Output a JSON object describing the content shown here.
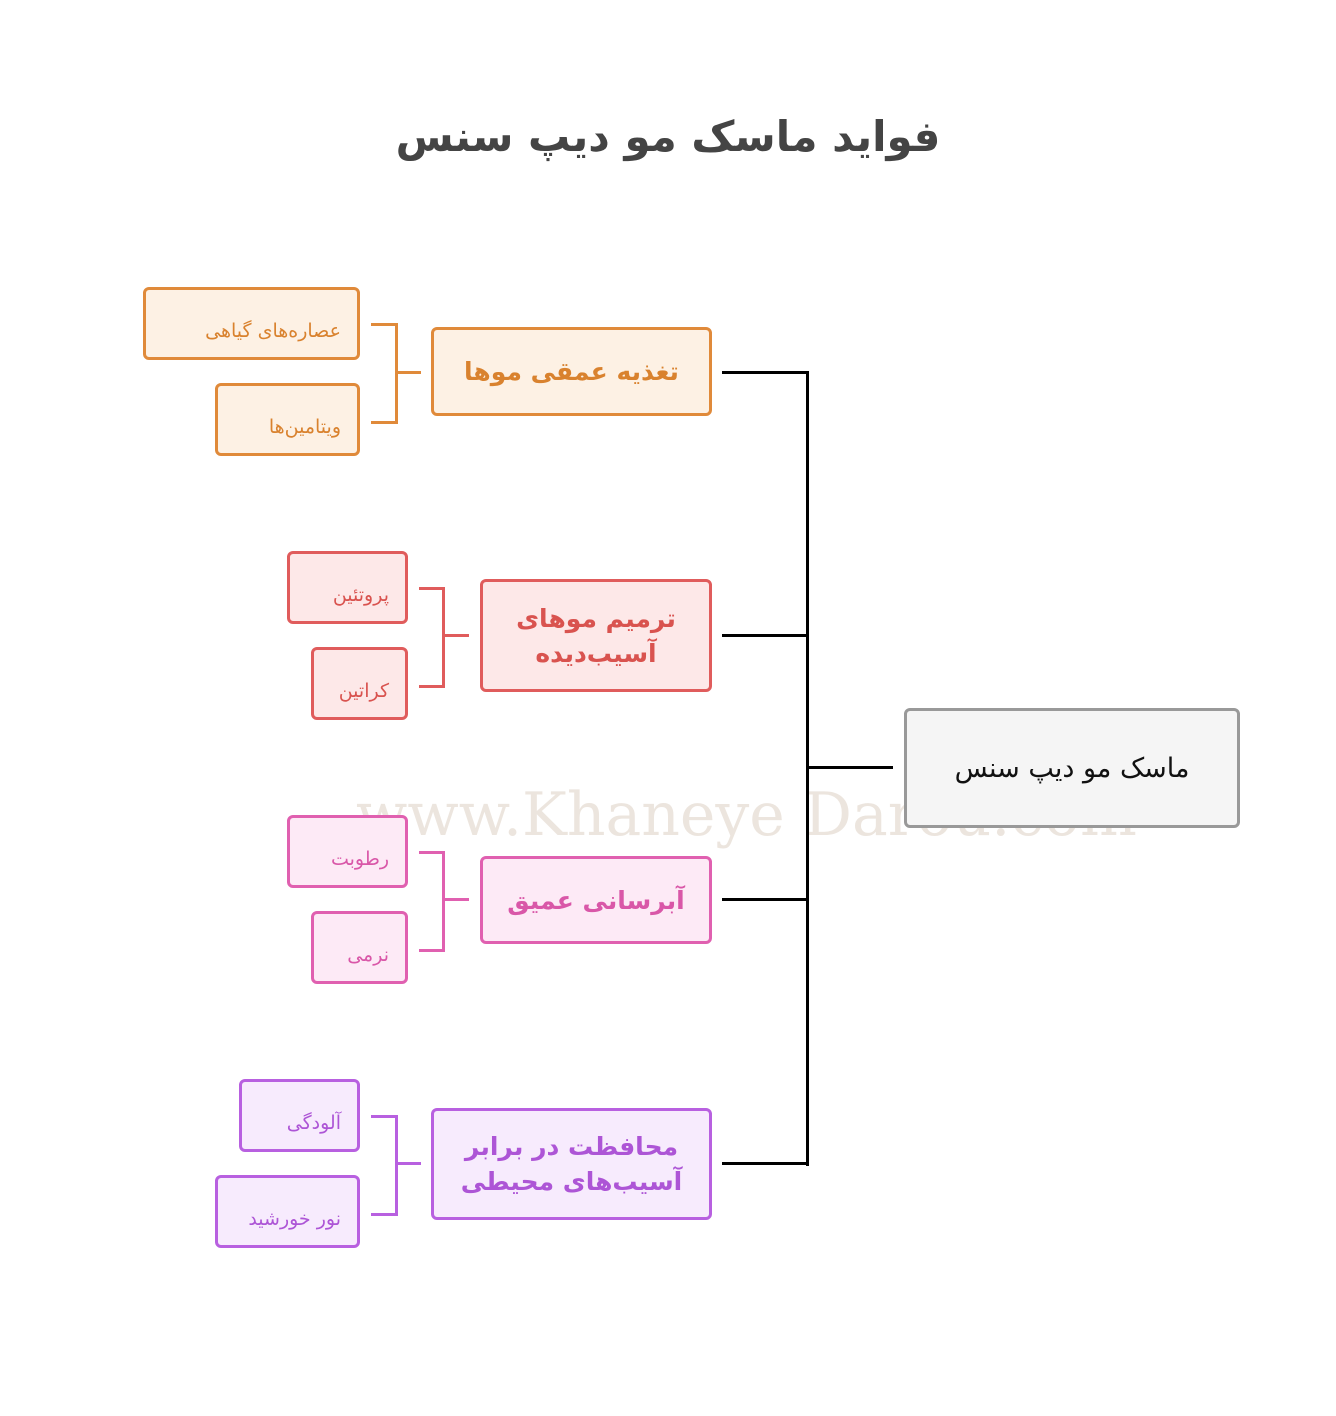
{
  "title": "فواید ماسک مو دیپ سنس",
  "root": "ماسک مو دیپ سنس",
  "branches": [
    {
      "label": "تغذیه عمقی موها",
      "children": [
        "عصاره‌های گیاهی",
        "ویتامین‌ها"
      ],
      "color": "#e08a3a"
    },
    {
      "label": "ترمیم موهای آسیب‌دیده",
      "children": [
        "پروتئین",
        "کراتین"
      ],
      "color": "#e05c5c"
    },
    {
      "label": "آبرسانی عمیق",
      "children": [
        "رطوبت",
        "نرمی"
      ],
      "color": "#e060b0"
    },
    {
      "label": "محافظت در برابر آسیب‌های محیطی",
      "children": [
        "آلودگی",
        "نور خورشید"
      ],
      "color": "#b860e0"
    }
  ],
  "watermark": "www.Khaneye Darou.com"
}
